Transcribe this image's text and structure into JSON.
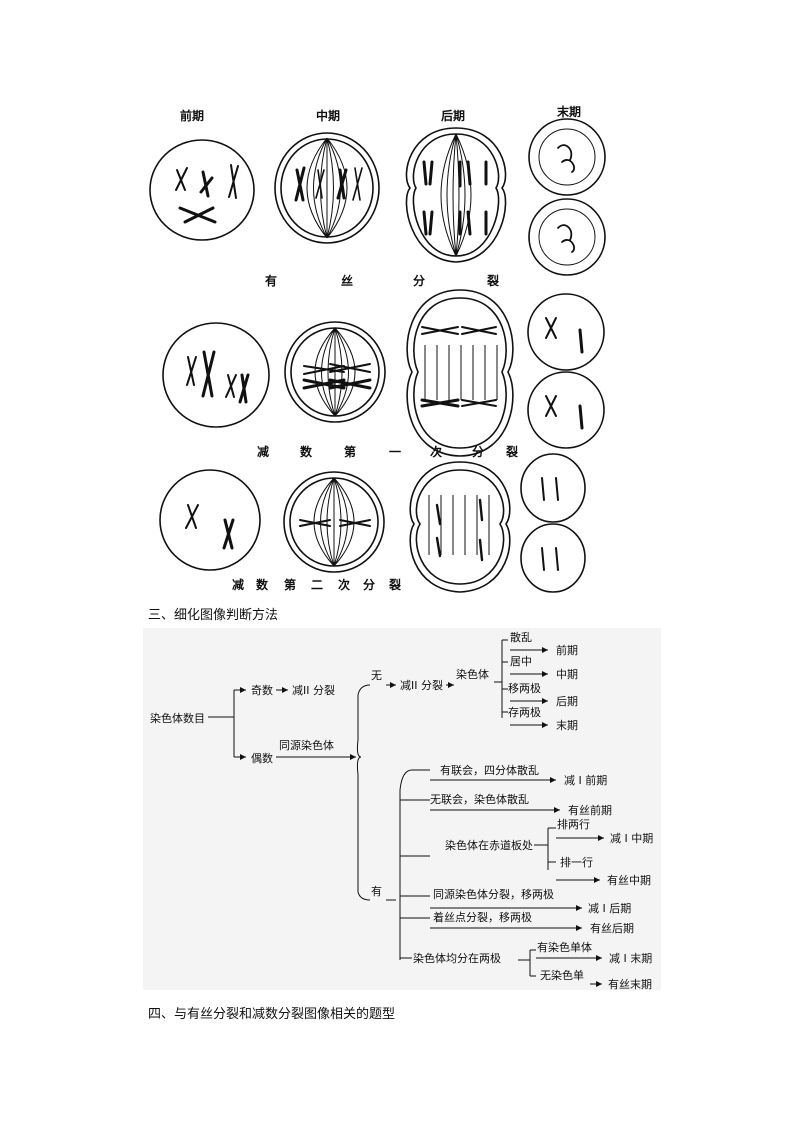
{
  "phase_headers": [
    "前期",
    "中期",
    "后期",
    "末期"
  ],
  "row_captions": {
    "mitosis": [
      "有",
      "丝",
      "分",
      "裂"
    ],
    "meiosis1": [
      "减",
      "数",
      "第",
      "一",
      "次",
      "分",
      "裂"
    ],
    "meiosis2": [
      "减",
      "数",
      "第",
      "二",
      "次",
      "分",
      "裂"
    ]
  },
  "sections": {
    "s3": "三、细化图像判断方法",
    "s4": "四、与有丝分裂和减数分裂图像相关的题型"
  },
  "flowchart": {
    "root": "染色体数目",
    "odd": "奇数",
    "odd_result": "减II 分裂",
    "even": "偶数",
    "homolog": "同源染色体",
    "none": "无",
    "none_result": "减II 分裂",
    "chromosome": "染色体",
    "scatter": "散乱",
    "prophase": "前期",
    "center": "居中",
    "metaphase": "中期",
    "move_poles": "移两极",
    "anaphase": "后期",
    "at_poles": "存两极",
    "telophase": "末期",
    "have": "有",
    "synapsis": "有联会，四分体散乱",
    "m1_prophase": "减 I 前期",
    "no_synapsis": "无联会，染色体散乱",
    "mit_prophase": "有丝前期",
    "equator": "染色体在赤道板处",
    "two_rows": "排两行",
    "m1_metaphase": "减 I 中期",
    "one_row": "排一行",
    "mit_metaphase": "有丝中期",
    "homolog_separate": "同源染色体分裂，移两极",
    "m1_anaphase": "减 I 后期",
    "centromere_split": "着丝点分裂，移两极",
    "mit_anaphase": "有丝后期",
    "even_poles": "染色体均分在两极",
    "has_monad": "有染色单体",
    "m1_telophase": "减 I 末期",
    "no_monad": "无染色单",
    "mit_telophase": "有丝末期"
  }
}
